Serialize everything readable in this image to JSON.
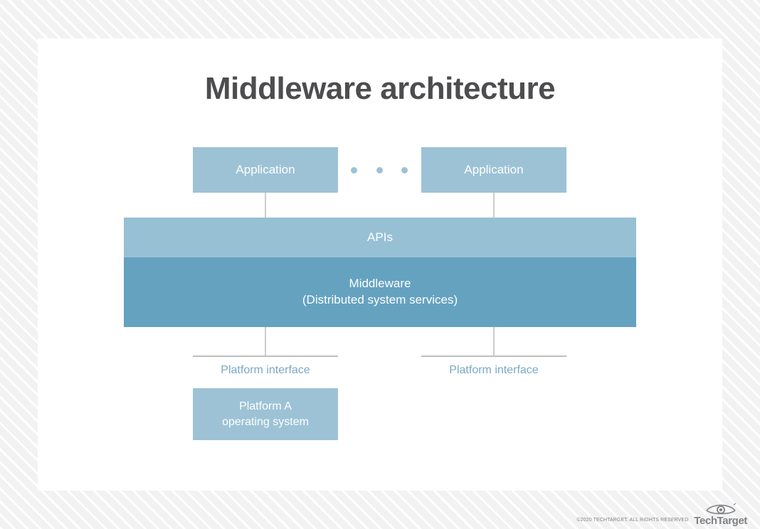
{
  "page": {
    "title": "Middleware architecture"
  },
  "diagram": {
    "applications": [
      {
        "label": "Application"
      },
      {
        "label": "Application"
      }
    ],
    "ellipsis_dots": 3,
    "api_bar": {
      "label": "APIs"
    },
    "middleware_bar": {
      "line1": "Middleware",
      "line2": "(Distributed system services)"
    },
    "platform_interfaces": [
      {
        "label": "Platform interface"
      },
      {
        "label": "Platform interface"
      }
    ],
    "operating_system": {
      "line1": "Platform A",
      "line2": "operating system"
    },
    "colors": {
      "application_box": "#9dc2d6",
      "api_bar": "#97c0d4",
      "middleware_bar": "#64a2c0",
      "platform_interface_text": "#7aa8c4",
      "title_text": "#4d4d4f",
      "connector_line": "#cccccc",
      "card_background": "#ffffff"
    }
  },
  "footer": {
    "copyright": "©2020 TECHTARGET. ALL RIGHTS RESERVED",
    "brand": "TechTarget"
  }
}
